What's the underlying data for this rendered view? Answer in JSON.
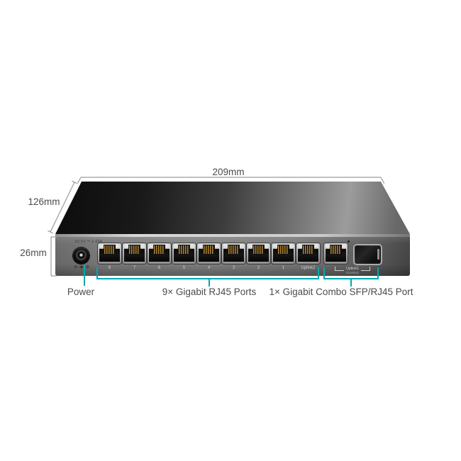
{
  "diagram": {
    "title": "network-switch-dimension-diagram",
    "dimensions": {
      "width": "209mm",
      "depth": "126mm",
      "height": "26mm"
    },
    "device": {
      "power_rating": "53.5V ⎓ 2.43A",
      "polarity_symbol": "⊖–◉–⊕"
    },
    "ports": {
      "labels": [
        "8",
        "7",
        "6",
        "5",
        "4",
        "3",
        "2",
        "1",
        "Uplink2"
      ],
      "combo_label": "Uplink1",
      "combo_sublabel": "(Combo)"
    },
    "callouts": {
      "power": "Power",
      "rj45": "9× Gigabit RJ45 Ports",
      "combo": "1× Gigabit Combo SFP/RJ45 Port"
    },
    "colors": {
      "accent": "#00a9b0",
      "dimension_line": "#9b9b9b",
      "label_text": "#4b4b4b"
    }
  }
}
